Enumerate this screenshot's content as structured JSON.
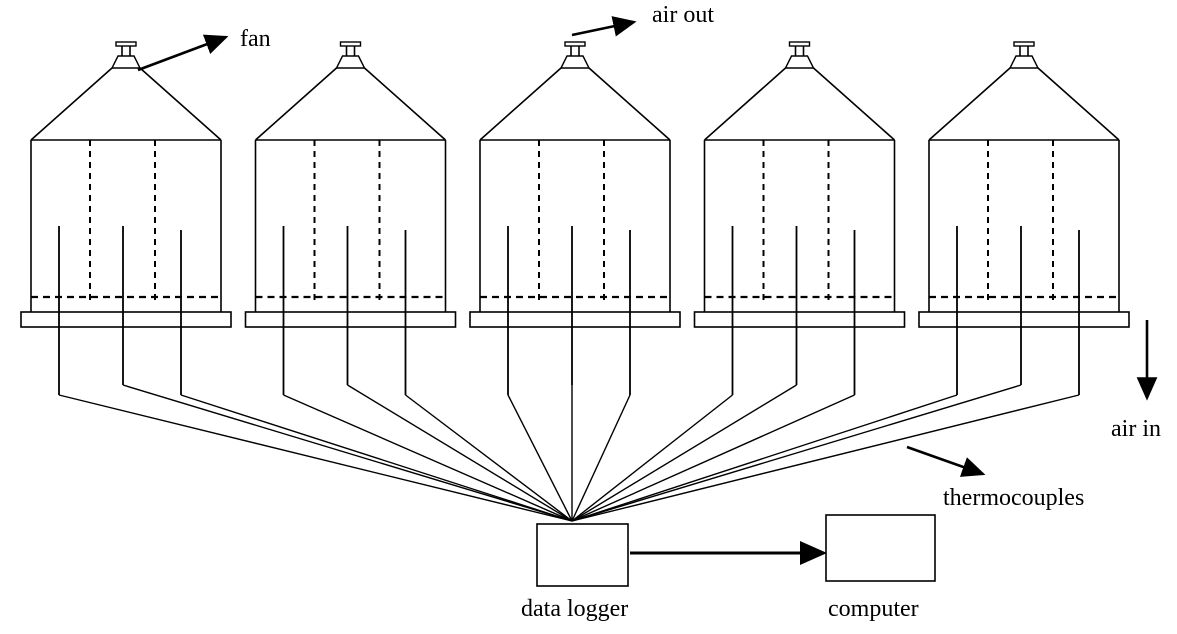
{
  "labels": {
    "fan": "fan",
    "air_out": "air out",
    "air_in": "air in",
    "thermocouples": "thermocouples",
    "data_logger": "data logger",
    "computer": "computer"
  },
  "bins": 5,
  "colors": {
    "line": "#000000",
    "background": "#ffffff"
  }
}
